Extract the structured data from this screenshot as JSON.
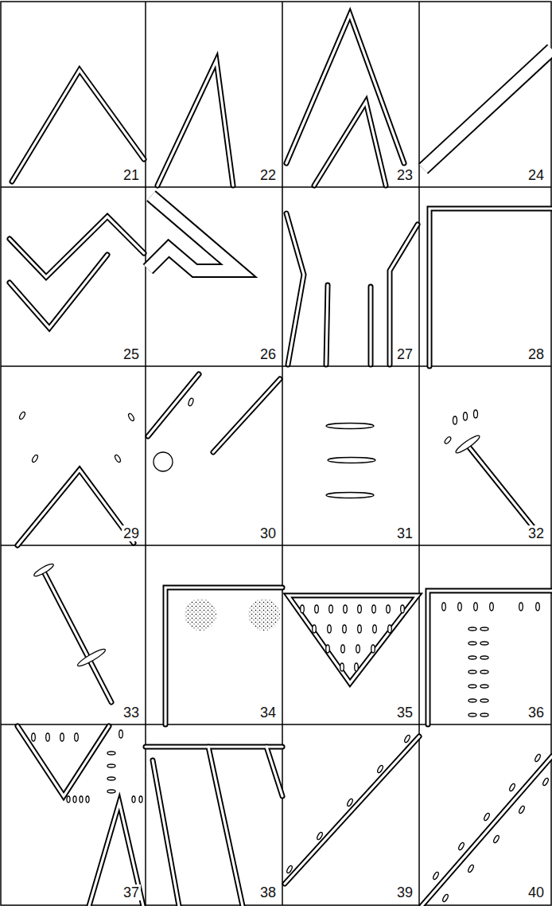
{
  "diagram": {
    "labels": [
      "21",
      "22",
      "23",
      "24",
      "25",
      "26",
      "27",
      "28",
      "29",
      "30",
      "31",
      "32",
      "33",
      "34",
      "35",
      "36",
      "37",
      "38",
      "39",
      "40"
    ]
  }
}
